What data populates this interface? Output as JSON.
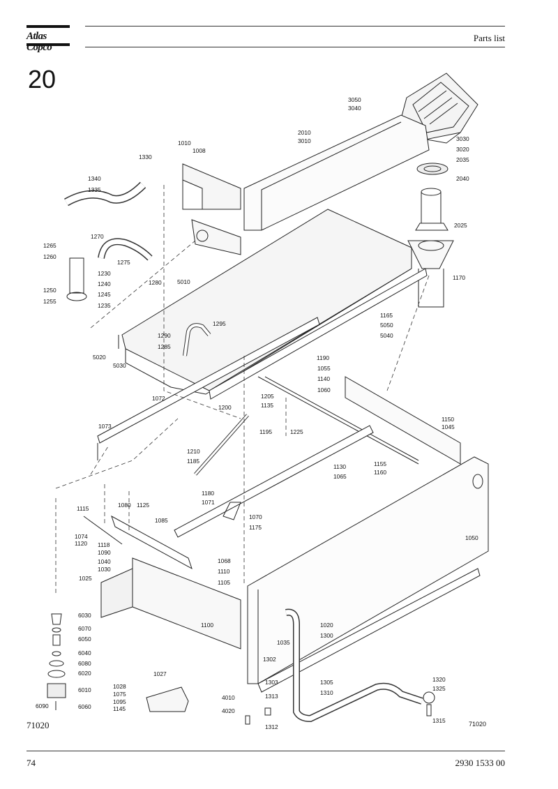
{
  "brand": {
    "logo_text": "Atlas Copco"
  },
  "header": {
    "title": "Parts list"
  },
  "section": {
    "number": "20"
  },
  "figure": {
    "code_left": "71020",
    "code_right": "71020",
    "labels": [
      "3050",
      "3040",
      "2010",
      "3010",
      "3030",
      "3020",
      "2035",
      "2040",
      "1010",
      "1008",
      "1330",
      "1340",
      "1335",
      "2025",
      "1270",
      "1265",
      "1260",
      "1275",
      "1230",
      "1240",
      "1245",
      "1250",
      "1255",
      "1235",
      "1280",
      "5010",
      "1170",
      "1165",
      "5050",
      "5040",
      "1290",
      "1295",
      "1285",
      "5020",
      "5030",
      "1190",
      "1055",
      "1140",
      "1060",
      "1072",
      "1205",
      "1135",
      "1200",
      "1195",
      "1225",
      "1150",
      "1045",
      "1073",
      "1210",
      "1185",
      "1155",
      "1160",
      "1130",
      "1065",
      "1180",
      "1071",
      "1070",
      "1175",
      "1115",
      "1080",
      "1125",
      "1085",
      "1074",
      "1120",
      "1118",
      "1050",
      "1090",
      "1040",
      "1030",
      "1068",
      "1110",
      "1025",
      "1105",
      "6030",
      "1100",
      "6070",
      "6050",
      "1020",
      "1300",
      "1035",
      "6040",
      "1302",
      "6080",
      "6020",
      "1303",
      "1027",
      "1305",
      "1310",
      "1320",
      "1325",
      "1028",
      "1075",
      "1095",
      "1145",
      "6010",
      "4010",
      "1313",
      "6090",
      "6060",
      "4020",
      "1312",
      "1315"
    ]
  },
  "footer": {
    "page_number": "74",
    "doc_number": "2930 1533 00"
  }
}
